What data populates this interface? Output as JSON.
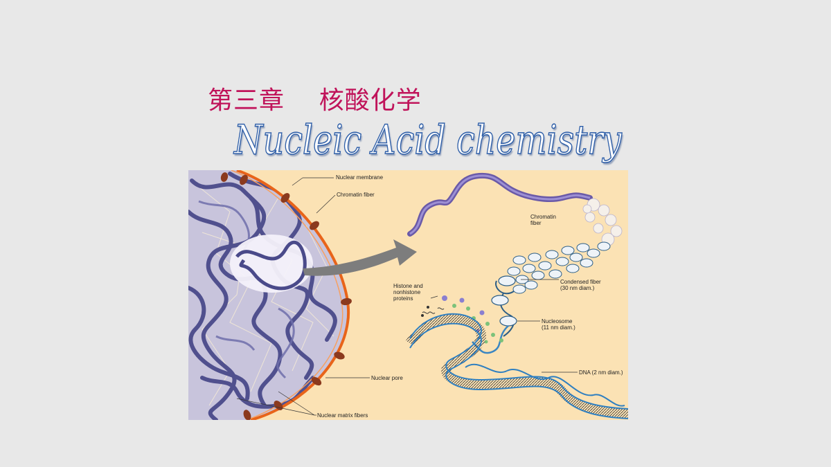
{
  "slide": {
    "title_cn": "第三章    核酸化学",
    "title_en": "Nucleic Acid chemistry"
  },
  "figure": {
    "labels": {
      "nuclear_membrane": "Nuclear membrane",
      "chromatin_fiber_left": "Chromatin fiber",
      "nuclear_pore": "Nuclear pore",
      "nuclear_matrix_fibers": "Nuclear matrix fibers",
      "chromatin_fiber_right": "Chromatin\nfiber",
      "histone_proteins": "Histone and\nnonhistone\nproteins",
      "condensed_fiber": "Condensed fiber\n(30 nm diam.)",
      "nucleosome": "Nucleosome\n(11 nm diam.)",
      "dna": "DNA (2 nm diam.)"
    }
  },
  "colors": {
    "title_cn": "#c0135a",
    "title_en_outline": "#2f5fa8",
    "figure_background": "#fbe2b4",
    "nuclear_envelope": "#e8641a",
    "chromatin": "#4a4a8a"
  }
}
